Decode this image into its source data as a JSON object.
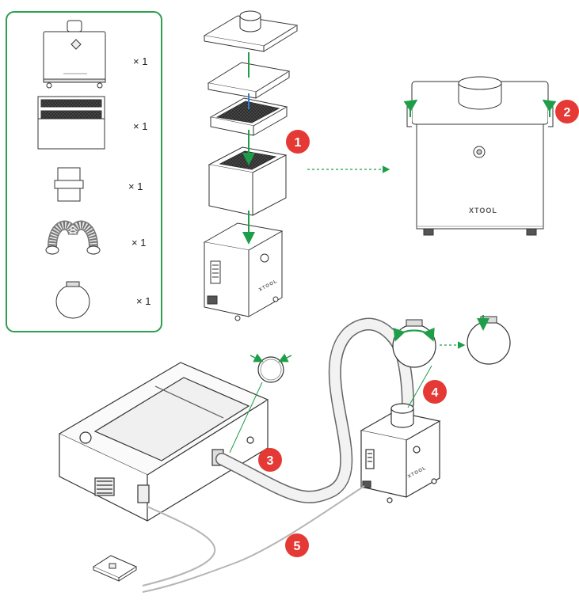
{
  "parts_list": {
    "items": [
      {
        "name": "fume-extractor",
        "qty": "× 1"
      },
      {
        "name": "filter",
        "qty": "× 1"
      },
      {
        "name": "adapter",
        "qty": "× 1"
      },
      {
        "name": "hose",
        "qty": "× 1"
      },
      {
        "name": "hose-clamp",
        "qty": "× 1"
      }
    ]
  },
  "steps": [
    "1",
    "2",
    "3",
    "4",
    "5"
  ],
  "brand_label": "XTOOL",
  "colors": {
    "accent_green": "#1e9e48",
    "step_red": "#e53935",
    "line": "#333333",
    "cable": "#b5b5b5",
    "filter_dark": "#2b2b2b"
  }
}
